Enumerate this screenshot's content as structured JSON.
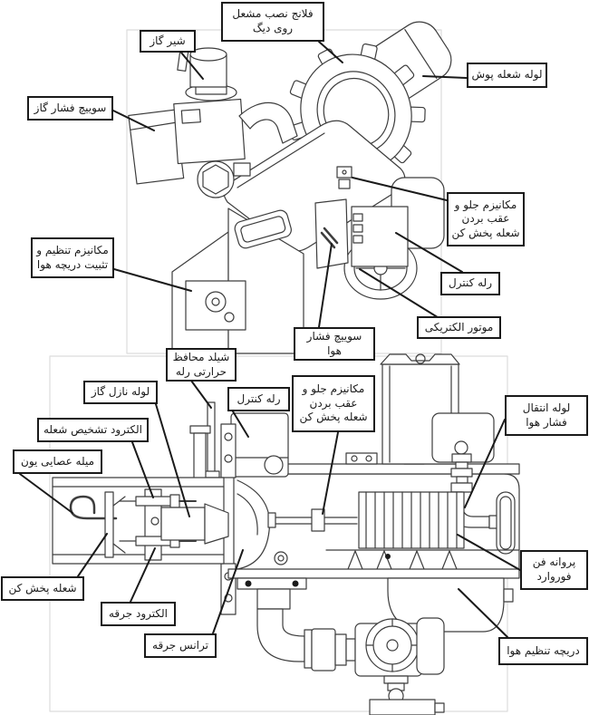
{
  "page": {
    "background": "#ffffff",
    "label_border_color": "#1a1a1a",
    "leader_line_color": "#1a1a1a",
    "drawing_line_color": "#3d3d3d",
    "frame_color": "#dcdcdc"
  },
  "diagram": {
    "views": {
      "top_view_label_ids": [
        "flange-mount",
        "gas-valve",
        "gas-pressure-switch",
        "flame-tube",
        "spreader-mechanism-top",
        "control-relay-top",
        "electric-motor",
        "air-damper-mechanism",
        "air-pressure-switch"
      ],
      "bottom_view_label_ids": [
        "relay-heat-shield",
        "gas-nozzle-tube",
        "flame-detection-electrode",
        "ion-rod",
        "control-relay-bottom",
        "spreader-mechanism-bottom",
        "air-pressure-tube",
        "flame-spreader",
        "spark-electrode",
        "spark-transformer",
        "forward-fan-impeller",
        "air-adjustment-damper"
      ]
    }
  },
  "labels": [
    {
      "id": "flange-mount",
      "text": "فلانج نصب مشعل روی دیگ"
    },
    {
      "id": "gas-valve",
      "text": "شیر گاز"
    },
    {
      "id": "gas-pressure-switch",
      "text": "سوییچ فشار گاز"
    },
    {
      "id": "flame-tube",
      "text": "لوله شعله پوش"
    },
    {
      "id": "spreader-mechanism-top",
      "text": "مکانیزم جلو و عقب بردن شعله پخش کن"
    },
    {
      "id": "control-relay-top",
      "text": "رله کنترل"
    },
    {
      "id": "electric-motor",
      "text": "موتور الکتریکی"
    },
    {
      "id": "air-damper-mechanism",
      "text": "مکانیزم تنظیم و تثبیت دریچه هوا"
    },
    {
      "id": "air-pressure-switch",
      "text": "سوییچ فشار هوا"
    },
    {
      "id": "relay-heat-shield",
      "text": "شیلد محافظ حرارتی رله"
    },
    {
      "id": "gas-nozzle-tube",
      "text": "لوله نازل گاز"
    },
    {
      "id": "flame-detection-electrode",
      "text": "الکترود تشخیص شعله"
    },
    {
      "id": "ion-rod",
      "text": "میله عصایی یون"
    },
    {
      "id": "control-relay-bottom",
      "text": "رله کنترل"
    },
    {
      "id": "spreader-mechanism-bottom",
      "text": "مکانیزم جلو و عقب بردن شعله پخش کن"
    },
    {
      "id": "air-pressure-tube",
      "text": "لوله انتقال فشار هوا"
    },
    {
      "id": "flame-spreader",
      "text": "شعله پخش کن"
    },
    {
      "id": "spark-electrode",
      "text": "الکترود جرقه"
    },
    {
      "id": "spark-transformer",
      "text": "ترانس جرقه"
    },
    {
      "id": "forward-fan-impeller",
      "text": "پروانه فن فوروارد"
    },
    {
      "id": "air-adjustment-damper",
      "text": "دریچه تنظیم هوا"
    }
  ]
}
